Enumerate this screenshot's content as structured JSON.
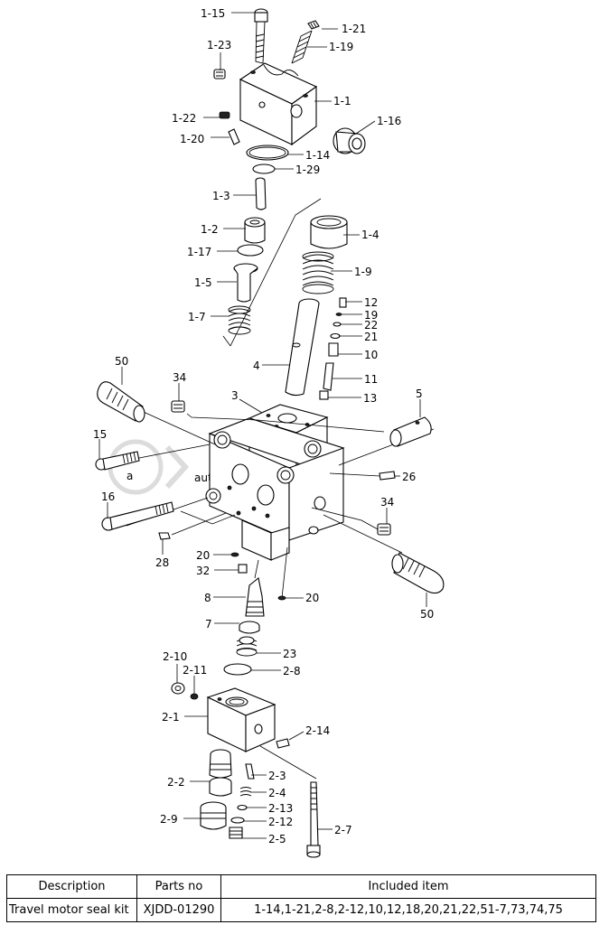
{
  "watermark": {
    "text": "autopiter.ru",
    "color": "#d8d8d8"
  },
  "callouts": [
    {
      "id": "c-1-15",
      "label": "1-15"
    },
    {
      "id": "c-1-21",
      "label": "1-21"
    },
    {
      "id": "c-1-23",
      "label": "1-23"
    },
    {
      "id": "c-1-19",
      "label": "1-19"
    },
    {
      "id": "c-1-1",
      "label": "1-1"
    },
    {
      "id": "c-1-22",
      "label": "1-22"
    },
    {
      "id": "c-1-16",
      "label": "1-16"
    },
    {
      "id": "c-1-20",
      "label": "1-20"
    },
    {
      "id": "c-1-14",
      "label": "1-14"
    },
    {
      "id": "c-1-29",
      "label": "1-29"
    },
    {
      "id": "c-1-3",
      "label": "1-3"
    },
    {
      "id": "c-1-2",
      "label": "1-2"
    },
    {
      "id": "c-1-4",
      "label": "1-4"
    },
    {
      "id": "c-1-17",
      "label": "1-17"
    },
    {
      "id": "c-1-9",
      "label": "1-9"
    },
    {
      "id": "c-1-5",
      "label": "1-5"
    },
    {
      "id": "c-1-7",
      "label": "1-7"
    },
    {
      "id": "c-12",
      "label": "12"
    },
    {
      "id": "c-19",
      "label": "19"
    },
    {
      "id": "c-22",
      "label": "22"
    },
    {
      "id": "c-21",
      "label": "21"
    },
    {
      "id": "c-10",
      "label": "10"
    },
    {
      "id": "c-4",
      "label": "4"
    },
    {
      "id": "c-11",
      "label": "11"
    },
    {
      "id": "c-50a",
      "label": "50"
    },
    {
      "id": "c-34a",
      "label": "34"
    },
    {
      "id": "c-3",
      "label": "3"
    },
    {
      "id": "c-13",
      "label": "13"
    },
    {
      "id": "c-5",
      "label": "5"
    },
    {
      "id": "c-15",
      "label": "15"
    },
    {
      "id": "c-26",
      "label": "26"
    },
    {
      "id": "c-16",
      "label": "16"
    },
    {
      "id": "c-34b",
      "label": "34"
    },
    {
      "id": "c-28",
      "label": "28"
    },
    {
      "id": "c-20a",
      "label": "20"
    },
    {
      "id": "c-32",
      "label": "32"
    },
    {
      "id": "c-8",
      "label": "8"
    },
    {
      "id": "c-20b",
      "label": "20"
    },
    {
      "id": "c-50b",
      "label": "50"
    },
    {
      "id": "c-7",
      "label": "7"
    },
    {
      "id": "c-23",
      "label": "23"
    },
    {
      "id": "c-2-10",
      "label": "2-10"
    },
    {
      "id": "c-2-11",
      "label": "2-11"
    },
    {
      "id": "c-2-8",
      "label": "2-8"
    },
    {
      "id": "c-2-1",
      "label": "2-1"
    },
    {
      "id": "c-2-14",
      "label": "2-14"
    },
    {
      "id": "c-2-3",
      "label": "2-3"
    },
    {
      "id": "c-2-2",
      "label": "2-2"
    },
    {
      "id": "c-2-4",
      "label": "2-4"
    },
    {
      "id": "c-2-13",
      "label": "2-13"
    },
    {
      "id": "c-2-9",
      "label": "2-9"
    },
    {
      "id": "c-2-12",
      "label": "2-12"
    },
    {
      "id": "c-2-5",
      "label": "2-5"
    },
    {
      "id": "c-2-7",
      "label": "2-7"
    }
  ],
  "table": {
    "headers": [
      "Description",
      "Parts no",
      "Included item"
    ],
    "rows": [
      [
        "Travel motor seal kit",
        "XJDD-01290",
        "1-14,1-21,2-8,2-12,10,12,18,20,21,22,51-7,73,74,75"
      ]
    ]
  }
}
